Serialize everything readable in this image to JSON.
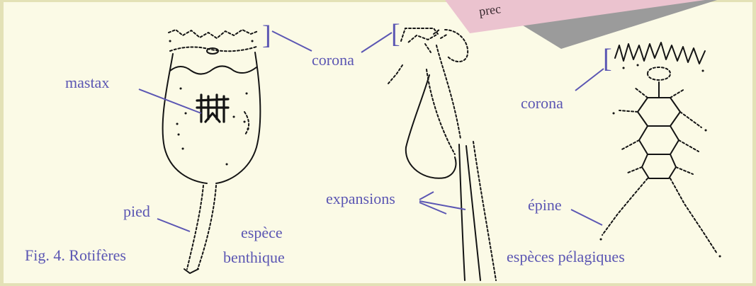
{
  "figure": {
    "caption": "Fig. 4. Rotifères",
    "labels": {
      "corona_shared": "corona",
      "mastax": "mastax",
      "pied": "pied",
      "espece": "espèce",
      "benthique": "benthique",
      "expansions": "expansions",
      "corona_right": "corona",
      "epine": "épine",
      "especes_pelagiques": "espèces pélagiques"
    },
    "brackets": {
      "benthic_corona": "]",
      "pelagic_corona_center": "[",
      "pelagic_corona_right": "["
    }
  },
  "sticky_note": {
    "text": "prec"
  },
  "colors": {
    "label": "#5B56B3",
    "ink": "#141414",
    "background": "#FBFAE6",
    "frame": "#E3E1B6",
    "note": "#EBC3CF",
    "note_shadow": "#9B9B9B"
  }
}
